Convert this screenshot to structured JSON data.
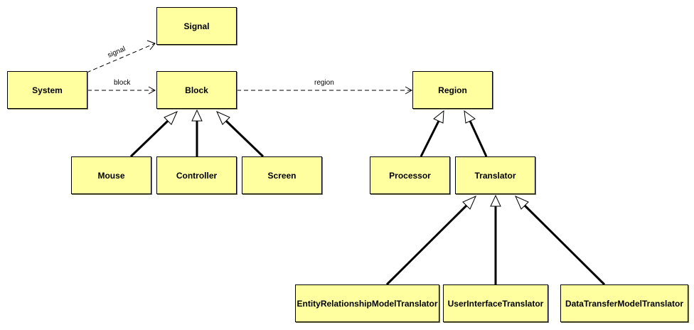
{
  "diagram": {
    "classes": {
      "signal": "Signal",
      "system": "System",
      "block": "Block",
      "region": "Region",
      "mouse": "Mouse",
      "controller": "Controller",
      "screen": "Screen",
      "processor": "Processor",
      "translator": "Translator",
      "er_translator": "EntityRelationshipModelTranslator",
      "ui_translator": "UserInterfaceTranslator",
      "dt_translator": "DataTransferModelTranslator"
    },
    "associations": {
      "signal": "signal",
      "block": "block",
      "region": "region"
    },
    "colors": {
      "class_fill": "#ffffa0",
      "class_border": "#000000",
      "line": "#000000"
    }
  }
}
